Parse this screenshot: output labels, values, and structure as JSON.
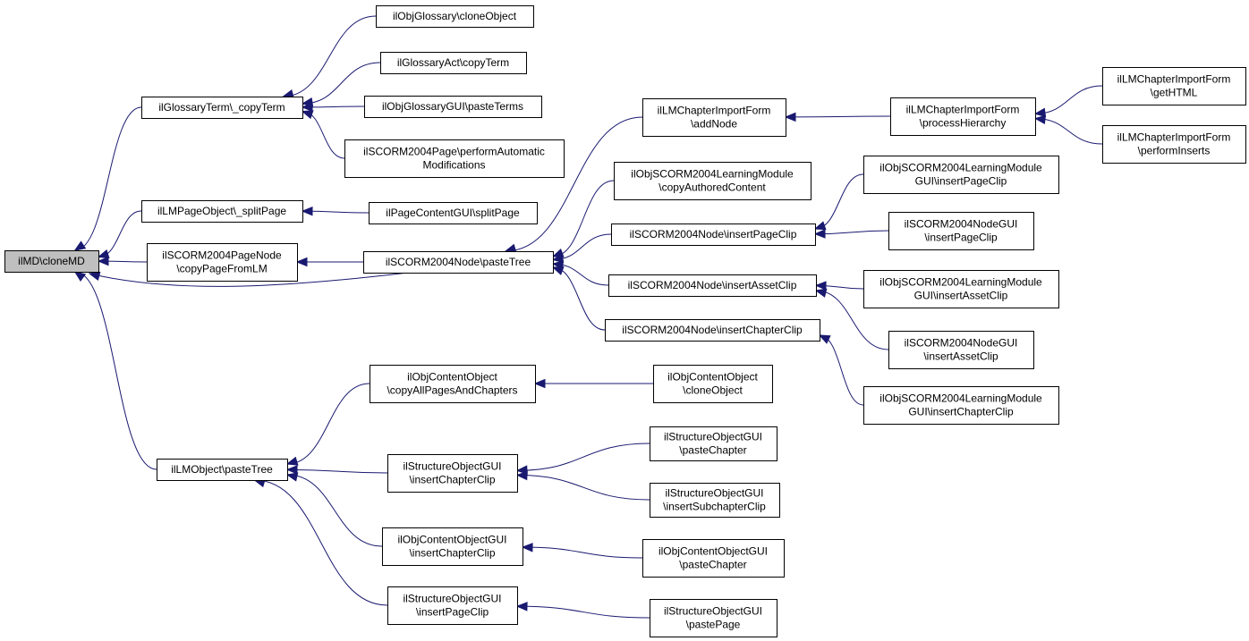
{
  "nodes": {
    "n0": [
      "ilMD\\cloneMD"
    ],
    "n1": [
      "ilGlossaryTerm\\_copyTerm"
    ],
    "n2": [
      "ilObjGlossary\\cloneObject"
    ],
    "n3": [
      "ilGlossaryAct\\copyTerm"
    ],
    "n4": [
      "ilObjGlossaryGUI\\pasteTerms"
    ],
    "n5": [
      "ilSCORM2004Page\\performAutomatic",
      "Modifications"
    ],
    "n6": [
      "ilLMPageObject\\_splitPage"
    ],
    "n7": [
      "ilPageContentGUI\\splitPage"
    ],
    "n8": [
      "ilSCORM2004PageNode",
      "\\copyPageFromLM"
    ],
    "n9": [
      "ilSCORM2004Node\\pasteTree"
    ],
    "n10": [
      "ilLMChapterImportForm",
      "\\addNode"
    ],
    "n11": [
      "ilLMChapterImportForm",
      "\\processHierarchy"
    ],
    "n12": [
      "ilLMChapterImportForm",
      "\\getHTML"
    ],
    "n13": [
      "ilLMChapterImportForm",
      "\\performInserts"
    ],
    "n14": [
      "ilObjSCORM2004LearningModule",
      "\\copyAuthoredContent"
    ],
    "n15": [
      "ilSCORM2004Node\\insertPageClip"
    ],
    "n16": [
      "ilObjSCORM2004LearningModule",
      "GUI\\insertPageClip"
    ],
    "n17": [
      "ilSCORM2004NodeGUI",
      "\\insertPageClip"
    ],
    "n18": [
      "ilSCORM2004Node\\insertAssetClip"
    ],
    "n19": [
      "ilObjSCORM2004LearningModule",
      "GUI\\insertAssetClip"
    ],
    "n20": [
      "ilSCORM2004NodeGUI",
      "\\insertAssetClip"
    ],
    "n21": [
      "ilSCORM2004Node\\insertChapterClip"
    ],
    "n22": [
      "ilObjSCORM2004LearningModule",
      "GUI\\insertChapterClip"
    ],
    "n23": [
      "ilLMObject\\pasteTree"
    ],
    "n24": [
      "ilObjContentObject",
      "\\copyAllPagesAndChapters"
    ],
    "n25": [
      "ilObjContentObject",
      "\\cloneObject"
    ],
    "n26": [
      "ilStructureObjectGUI",
      "\\insertChapterClip"
    ],
    "n27": [
      "ilStructureObjectGUI",
      "\\pasteChapter"
    ],
    "n28": [
      "ilStructureObjectGUI",
      "\\insertSubchapterClip"
    ],
    "n29": [
      "ilObjContentObjectGUI",
      "\\insertChapterClip"
    ],
    "n30": [
      "ilObjContentObjectGUI",
      "\\pasteChapter"
    ],
    "n31": [
      "ilStructureObjectGUI",
      "\\insertPageClip"
    ],
    "n32": [
      "ilStructureObjectGUI",
      "\\pastePage"
    ]
  },
  "edges": [
    [
      "n2",
      "n1"
    ],
    [
      "n3",
      "n1"
    ],
    [
      "n4",
      "n1"
    ],
    [
      "n5",
      "n1"
    ],
    [
      "n1",
      "n0"
    ],
    [
      "n7",
      "n6"
    ],
    [
      "n6",
      "n0"
    ],
    [
      "n9",
      "n8"
    ],
    [
      "n8",
      "n0"
    ],
    [
      "n10",
      "n9"
    ],
    [
      "n11",
      "n10"
    ],
    [
      "n12",
      "n11"
    ],
    [
      "n13",
      "n11"
    ],
    [
      "n14",
      "n9"
    ],
    [
      "n15",
      "n9"
    ],
    [
      "n16",
      "n15"
    ],
    [
      "n17",
      "n15"
    ],
    [
      "n18",
      "n9"
    ],
    [
      "n19",
      "n18"
    ],
    [
      "n20",
      "n18"
    ],
    [
      "n21",
      "n9"
    ],
    [
      "n22",
      "n21"
    ],
    [
      "n9",
      "n0"
    ],
    [
      "n23",
      "n0"
    ],
    [
      "n24",
      "n23"
    ],
    [
      "n25",
      "n24"
    ],
    [
      "n26",
      "n23"
    ],
    [
      "n27",
      "n26"
    ],
    [
      "n28",
      "n26"
    ],
    [
      "n29",
      "n23"
    ],
    [
      "n30",
      "n29"
    ],
    [
      "n31",
      "n23"
    ],
    [
      "n32",
      "n31"
    ]
  ]
}
